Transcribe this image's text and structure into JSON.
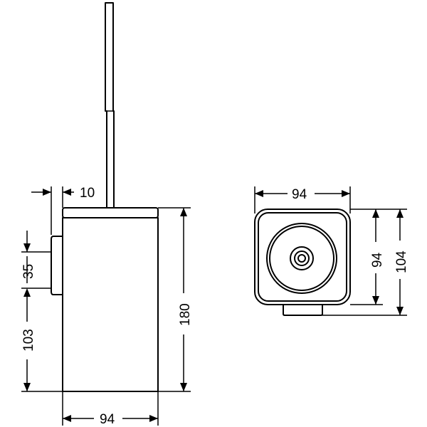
{
  "front_view": {
    "dim_top_offset": "10",
    "dim_bracket_height": "35",
    "dim_bracket_position": "103",
    "dim_total_height": "180",
    "dim_width": "94"
  },
  "top_view": {
    "dim_width": "94",
    "dim_depth": "94",
    "dim_depth_total": "104"
  }
}
